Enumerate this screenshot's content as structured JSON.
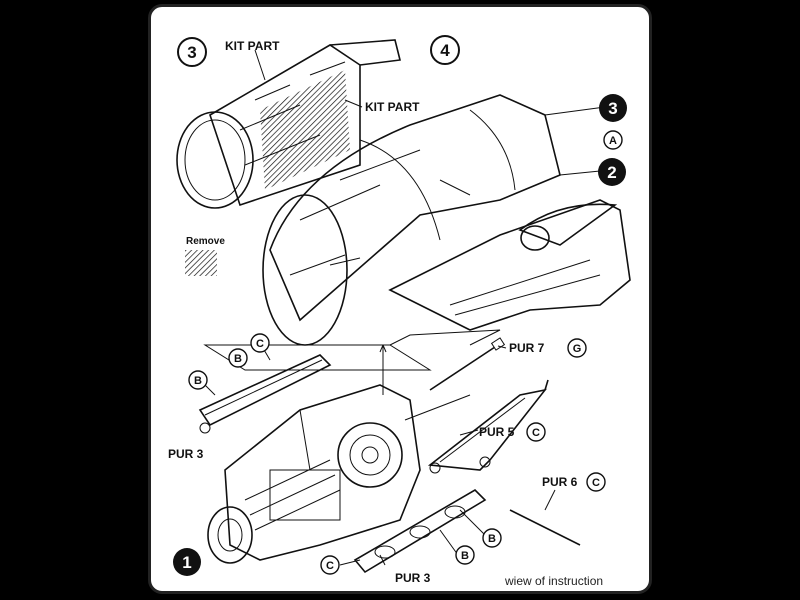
{
  "labels": {
    "kit_part_1": "KIT PART",
    "kit_part_2": "KIT PART",
    "remove": "Remove",
    "pur7": "PUR 7",
    "pur5": "PUR 5",
    "pur6": "PUR 6",
    "pur3_left": "PUR 3",
    "pur3_bottom": "PUR 3",
    "caption": "wiew of instruction"
  },
  "steps": {
    "step3_open": "3",
    "step4_open": "4",
    "step3_filled": "3",
    "step2_filled": "2",
    "step1_filled": "1"
  },
  "letters": {
    "a": "A",
    "g": "G",
    "c_pur5": "C",
    "c_pur6": "C",
    "c_left": "C",
    "b_left_top": "B",
    "b_left_bottom": "B",
    "b_bottom_right": "B",
    "b_bottom_mid": "B",
    "c_bottom": "C"
  }
}
